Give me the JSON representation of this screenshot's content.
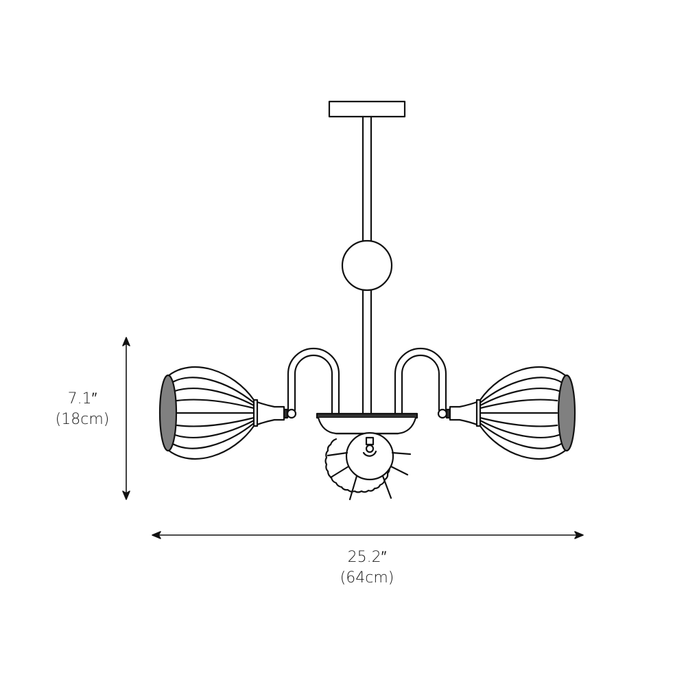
{
  "diagram": {
    "subject": "Three-light pendant chandelier dimension drawing",
    "colors": {
      "stroke": "#111111",
      "shade_opening": "#808080",
      "background": "#ffffff"
    },
    "dimensions": {
      "height": {
        "imperial": "7.1″",
        "metric": "(18cm)"
      },
      "width": {
        "imperial": "25.2″",
        "metric": "(64cm)"
      }
    },
    "components": [
      "ceiling-canopy",
      "down-rod",
      "sphere-ornament",
      "center-body",
      "left-arm",
      "right-arm",
      "left-ribbed-shade",
      "right-ribbed-shade",
      "center-scalloped-shade"
    ]
  }
}
